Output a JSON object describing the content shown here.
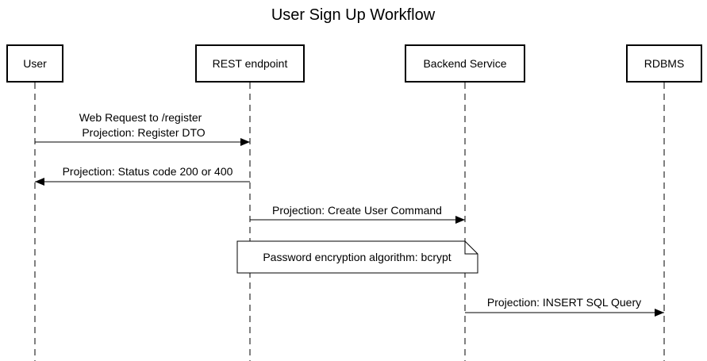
{
  "title": "User Sign Up Workflow",
  "participants": [
    {
      "id": "user",
      "label": "User"
    },
    {
      "id": "rest",
      "label": "REST endpoint"
    },
    {
      "id": "backend",
      "label": "Backend Service"
    },
    {
      "id": "rdbms",
      "label": "RDBMS"
    }
  ],
  "messages": [
    {
      "from": "user",
      "to": "rest",
      "lines": [
        "Web Request to /register",
        "Projection: Register DTO"
      ]
    },
    {
      "from": "rest",
      "to": "user",
      "lines": [
        "Projection: Status code 200 or 400"
      ]
    },
    {
      "from": "rest",
      "to": "backend",
      "lines": [
        "Projection: Create User Command"
      ]
    },
    {
      "from": "backend",
      "to": "rdbms",
      "lines": [
        "Projection: INSERT SQL Query"
      ]
    }
  ],
  "note": {
    "text": "Password encryption algorithm: bcrypt"
  }
}
